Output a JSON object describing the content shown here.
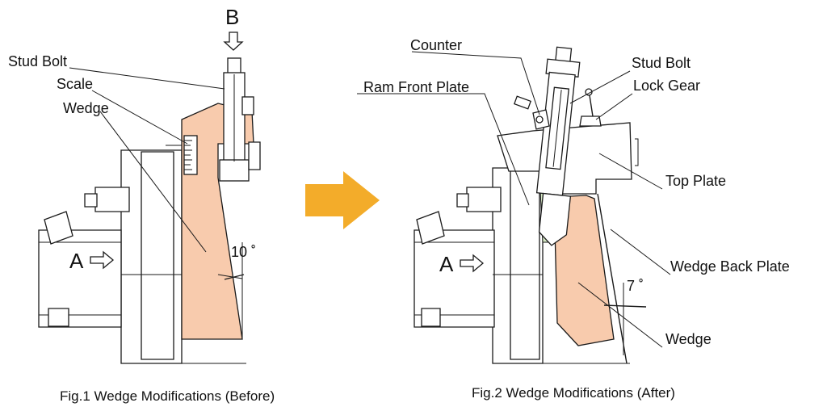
{
  "colors": {
    "wedge": "#f8cbad",
    "arrow": "#f3ac2a",
    "green": "#d5e8c4",
    "line": "#1a1a1a"
  },
  "fig1": {
    "caption": "Fig.1   Wedge Modifications (Before)",
    "labels": {
      "stud_bolt": "Stud Bolt",
      "scale": "Scale",
      "wedge": "Wedge",
      "b": "B",
      "a": "A",
      "angle": "10 ˚"
    }
  },
  "fig2": {
    "caption": "Fig.2   Wedge Modifications (After)",
    "labels": {
      "counter": "Counter",
      "stud_bolt": "Stud Bolt",
      "ram_front_plate": "Ram Front Plate",
      "lock_gear": "Lock Gear",
      "top_plate": "Top Plate",
      "wedge_back_plate": "Wedge Back Plate",
      "wedge": "Wedge",
      "a": "A",
      "angle": "7 ˚"
    }
  },
  "transition_arrow": {
    "icon": "right-arrow-icon"
  }
}
